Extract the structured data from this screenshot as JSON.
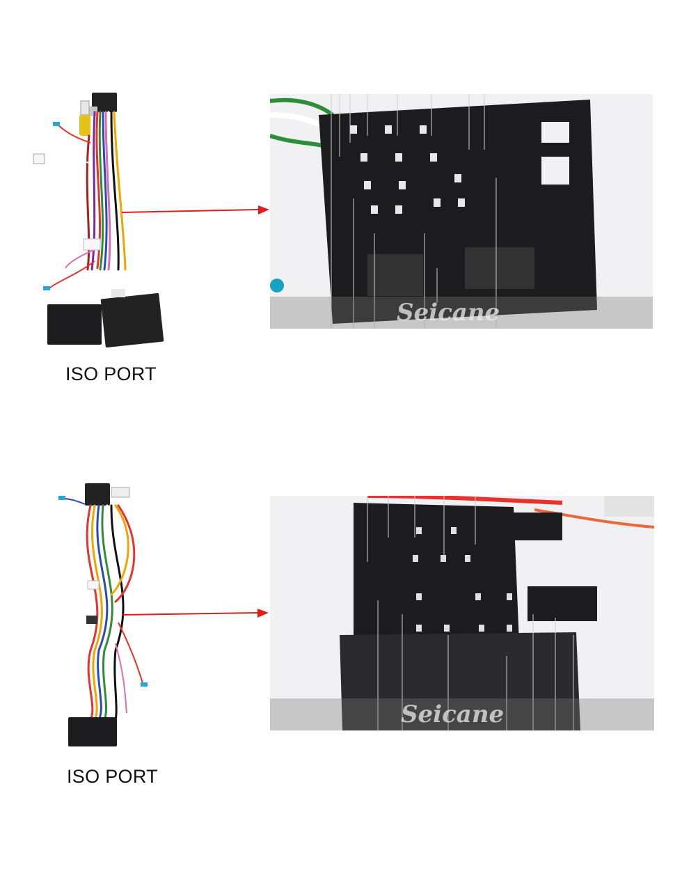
{
  "sections": [
    {
      "caption": "ISO PORT",
      "watermark": "Seicane"
    },
    {
      "caption": "ISO PORT",
      "watermark": "Seicane"
    }
  ],
  "colors": {
    "arrow": "#e21b1b",
    "connector": "#1c1c1e",
    "background": "#ffffff"
  }
}
